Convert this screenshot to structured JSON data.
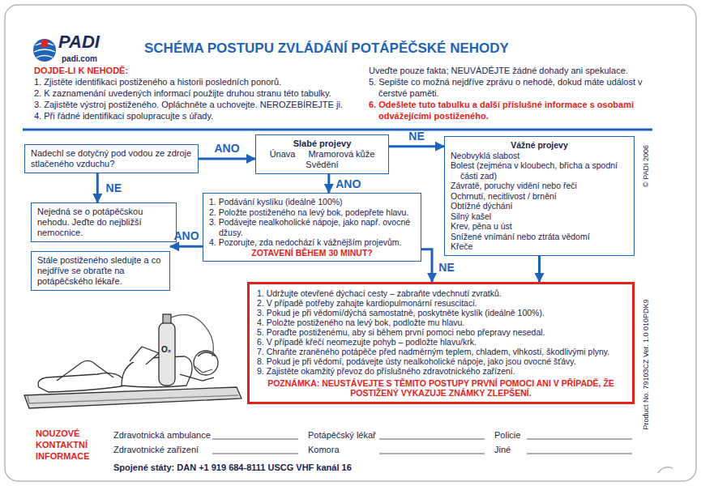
{
  "diagram": {
    "title": "SCHÉMA POSTUPU ZVLÁDÁNÍ POTÁPĚČSKÉ NEHODY",
    "nodes": [
      {
        "text": [
          "Nadechl se dotyčný pod vodou ze zdroje stlačeného vzduchu?"
        ]
      },
      {
        "text": [
          "Slabé projevy",
          "Únava",
          "Mramorová kůže",
          "Svědění"
        ]
      },
      {
        "text": [
          "Vážné projevy",
          "Neobvyklá slabost",
          "Bolest (zejména v kloubech, břicha a spodní části zad)",
          "Závratě, poruchy vidění nebo řeči",
          "Ochrnutí, necitlivost / brnění",
          "Obtížné dýchání",
          "Silný kašel",
          "Krev, pěna u úst",
          "Snížené vnímání nebo ztráta vědomí",
          "Křeče"
        ]
      },
      {
        "text": [
          "Nejedná se o potápěčskou nehodu. Jeďte do nejbližší nemocnice."
        ]
      },
      {
        "text": [
          "1. Podávání kyslíku (ideálně 100%)",
          "2. Položte postiženého na levý bok, podepřete hlavu.",
          "3. Podávejte nealkoholické nápoje, jako např. ovocné džusy.",
          "4. Pozorujte, zda nedochází k vážnějším projevům.",
          "ZOTAVENÍ BĚHEM 30 MINUT?"
        ]
      },
      {
        "text": [
          "Stále postiženého sledujte a co nejdříve se obraťte na potápěčského lékaře."
        ]
      },
      {
        "text": [
          "1. Udržujte otevřené dýchací cesty – zabraňte vdechnutí zvratků.",
          "2. V případě potřeby zahajte kardiopulmonární resuscitaci.",
          "3. Pokud je při vědomí/dýchá samostatně, poskytněte kyslík (ideálně 100%).",
          "4. Položte postiženého na levý bok, podložte mu hlavu.",
          "5. Poraďte postiženému, aby si během první pomoci nebo přepravy nesedal.",
          "6. V případě křečí neomezujte pohyb – podložte hlavu/krk.",
          "7. Chraňte zraněného potápěče před nadměrným teplem, chladem, vlhkostí, škodlivými plyny.",
          "8. Pokud je při vědomí, podávejte ústy nealkoholické nápoje, jako jsou ovocné šťávy.",
          "9. Zajistěte okamžitý převoz do příslušného zdravotnického zařízení.",
          "POZNÁMKA: NEUSTÁVEJTE S TĚMITO POSTUPY PRVNÍ POMOCI ANI V PŘÍPADĚ, ŽE POSTIŽENÝ VYKAZUJE ZNÁMKY ZLEPŠENÍ."
        ]
      }
    ],
    "edges": [
      {
        "from": 0,
        "to": 1,
        "label": "ANO",
        "arrow": "to"
      },
      {
        "from": 0,
        "to": 3,
        "label": "NE",
        "arrow": "to"
      },
      {
        "from": 1,
        "to": 2,
        "label": "NE",
        "arrow": "to"
      },
      {
        "from": 1,
        "to": 4,
        "label": "ANO",
        "arrow": "to"
      },
      {
        "from": 4,
        "to": 5,
        "label": "ANO",
        "arrow": "to"
      },
      {
        "from": 4,
        "to": 6,
        "label": "NE",
        "arrow": "to"
      },
      {
        "from": 2,
        "to": 6,
        "arrow": "to"
      }
    ],
    "labels": [
      "PADI",
      "padi.com",
      "DOJDE-LI K NEHODĚ:",
      "1. Zjistěte identifikaci postiženého a historii posledních ponorů.",
      "2. K zaznamenání uvedených informací použijte druhou stranu této tabulky.",
      "3. Zajistěte výstroj postiženého. Opláchněte a uchovejte. NEROZEBÍREJTE ji.",
      "4. Při řádné identifikaci spolupracujte s úřady.",
      "Uveďte pouze fakta; NEUVÁDĚJTE žádné dohady ani spekulace.",
      "5. Sepište co možná nejdříve zprávu o nehodě, dokud máte událost v čerstvé paměti.",
      "6. Odešlete tuto tabulku a další příslušné informace s osobami odvážejícími postiženého.",
      "© PADI 2006",
      "Product No. 79103CZ Ver. 1.0 010PDK9",
      "O₂",
      "NOUZOVÉ KONTAKTNÍ INFORMACE",
      "Zdravotnická ambulance",
      "Potápěčský lékař",
      "Policie",
      "Zdravotnické zařízení",
      "Komora",
      "Jiné",
      "Spojené státy: DAN +1 919 684-8111 USCG VHF kanál 16"
    ]
  }
}
